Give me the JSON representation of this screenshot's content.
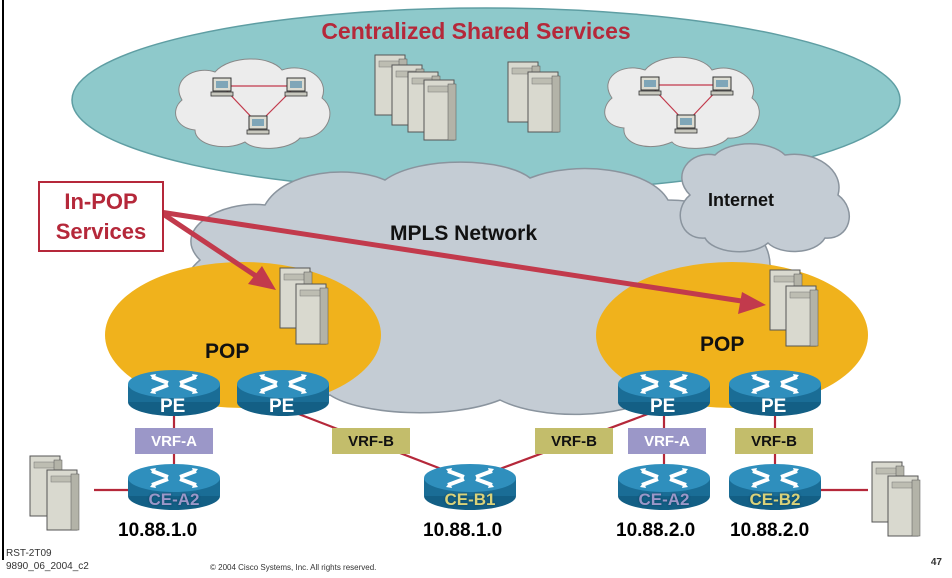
{
  "title": "Centralized Shared Services",
  "mpls_label": "MPLS Network",
  "internet_label": "Internet",
  "callout": {
    "line1": "In-POP",
    "line2": "Services"
  },
  "pops": [
    {
      "label": "POP"
    },
    {
      "label": "POP"
    }
  ],
  "pe_routers": [
    {
      "label": "PE"
    },
    {
      "label": "PE"
    },
    {
      "label": "PE"
    },
    {
      "label": "PE"
    }
  ],
  "vrf_tags": [
    {
      "label": "VRF-A",
      "color": "#9b97c8"
    },
    {
      "label": "VRF-B",
      "color": "#c3bd6b"
    },
    {
      "label": "VRF-B",
      "color": "#c3bd6b"
    },
    {
      "label": "VRF-A",
      "color": "#9b97c8"
    },
    {
      "label": "VRF-B",
      "color": "#c3bd6b"
    }
  ],
  "ce_routers": [
    {
      "label": "CE-A2",
      "subnet": "10.88.1.0",
      "label_color": "#9b97c8"
    },
    {
      "label": "CE-B1",
      "subnet": "10.88.1.0",
      "label_color": "#d9d27a"
    },
    {
      "label": "CE-A2",
      "subnet": "10.88.2.0",
      "label_color": "#9b97c8"
    },
    {
      "label": "CE-B2",
      "subnet": "10.88.2.0",
      "label_color": "#d9d27a"
    }
  ],
  "footer": {
    "code": "RST-2T09",
    "deck_id": "9890_06_2004_c2",
    "copyright": "© 2004 Cisco Systems, Inc. All rights reserved.",
    "slide_number": "47"
  },
  "colors": {
    "accent_red": "#b5283a",
    "shared_cloud": "#8ec9cb",
    "mpls_cloud": "#c4ccd4",
    "pop_orange": "#f0b21c",
    "router_blue": "#1f7fa8"
  }
}
